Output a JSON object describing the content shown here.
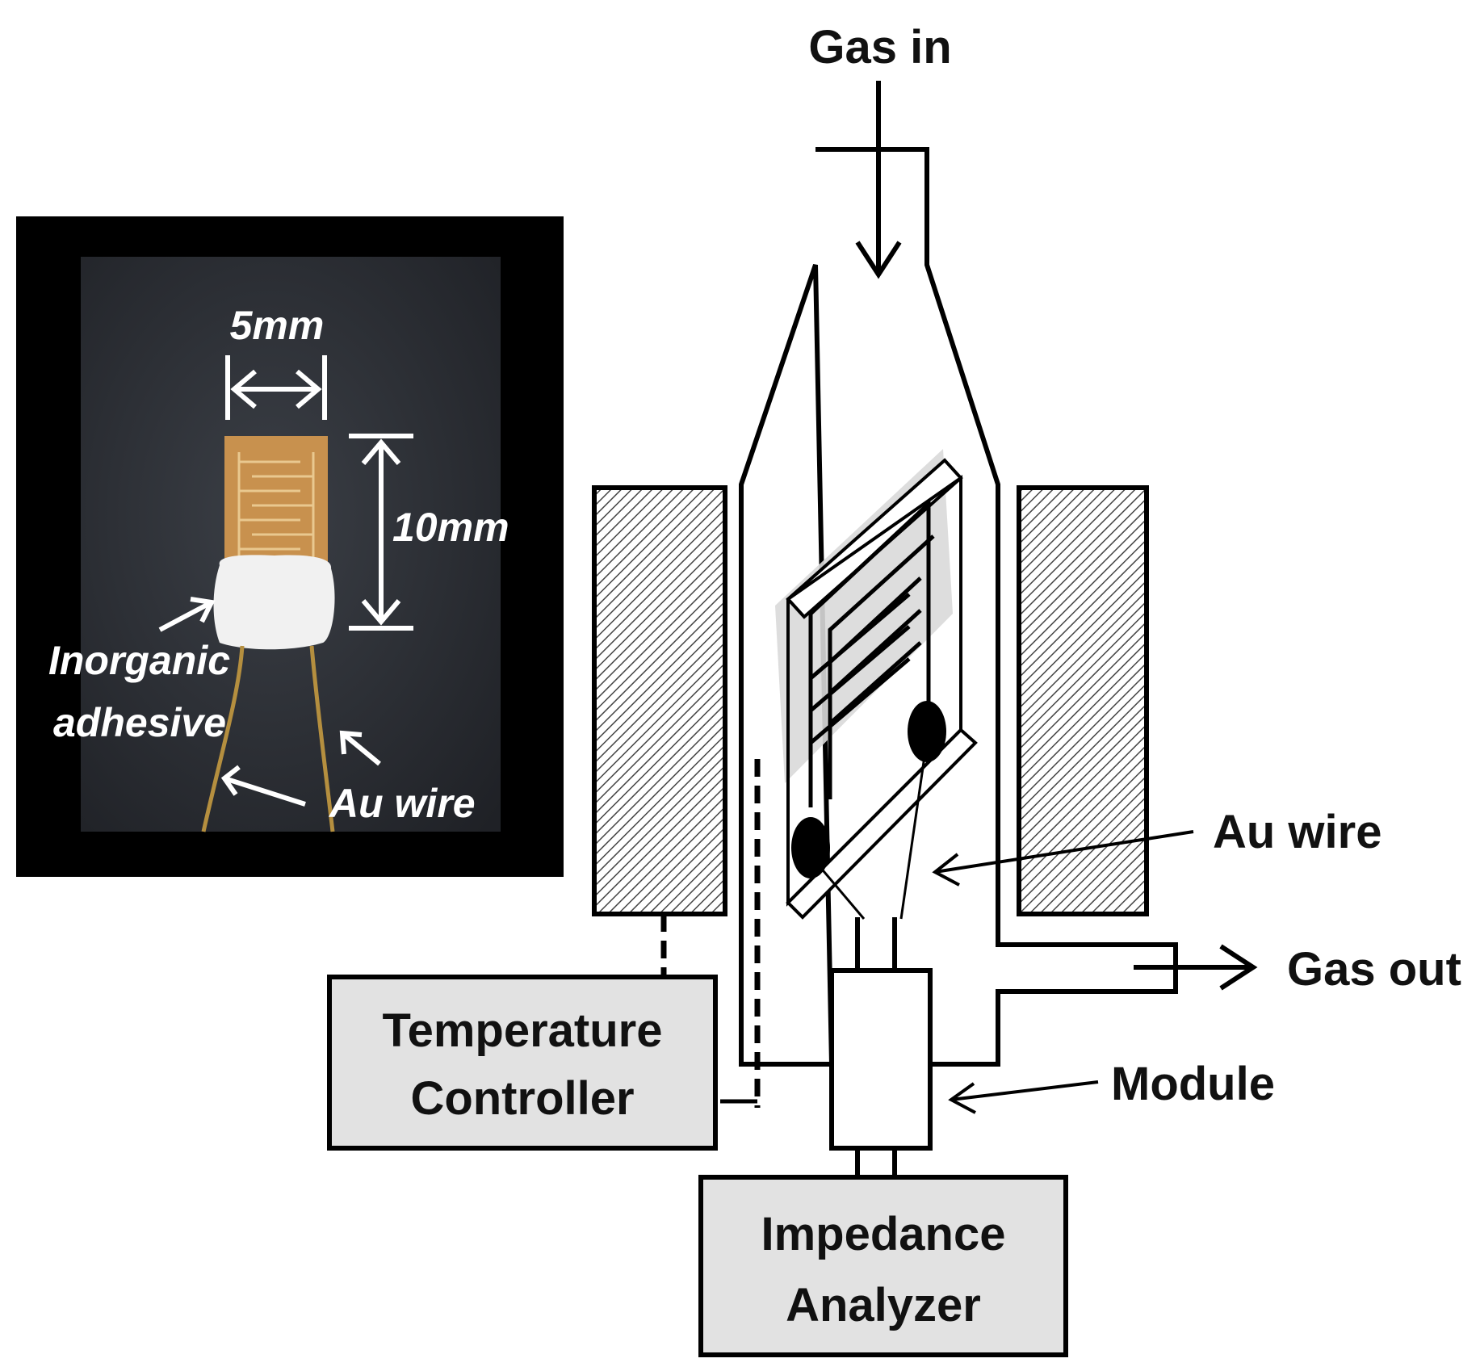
{
  "labels": {
    "gas_in": "Gas in",
    "gas_out": "Gas out",
    "au_wire": "Au wire",
    "module": "Module",
    "temperature_controller": [
      "Temperature",
      "Controller"
    ],
    "impedance_analyzer": [
      "Impedance",
      "Analyzer"
    ]
  },
  "photo": {
    "width_label": "5mm",
    "height_label": "10mm",
    "adhesive_label": [
      "Inorganic",
      "adhesive"
    ],
    "au_wire_label": "Au wire"
  },
  "colors": {
    "line": "#000000",
    "box_fill": "#e2e2e2",
    "photo_frame": "#000000",
    "photo_background": "#2a2d33",
    "sensor_gold": "#c8914e",
    "adhesive": "#f1f1f1",
    "sensor_overlay": "#d9d9d9"
  }
}
